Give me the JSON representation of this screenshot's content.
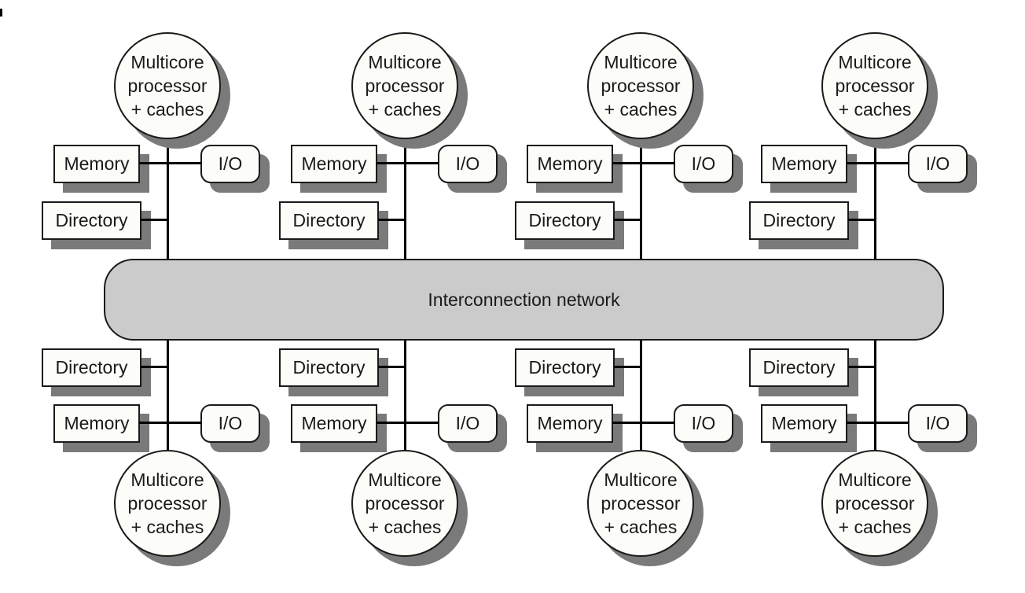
{
  "diagram": {
    "interconnect_label": "Interconnection network",
    "colors": {
      "background": "#ffffff",
      "shape_fill": "#fcfcf8",
      "bar_fill": "#cbcbcb",
      "border": "#1a1a1a",
      "shadow": "#7a7a7a",
      "line": "#000000"
    },
    "nodes": [
      {
        "position": "top-1",
        "processor_lines": [
          "Multicore",
          "processor",
          "+ caches"
        ],
        "memory_label": "Memory",
        "directory_label": "Directory",
        "io_label": "I/O"
      },
      {
        "position": "top-2",
        "processor_lines": [
          "Multicore",
          "processor",
          "+ caches"
        ],
        "memory_label": "Memory",
        "directory_label": "Directory",
        "io_label": "I/O"
      },
      {
        "position": "top-3",
        "processor_lines": [
          "Multicore",
          "processor",
          "+ caches"
        ],
        "memory_label": "Memory",
        "directory_label": "Directory",
        "io_label": "I/O"
      },
      {
        "position": "top-4",
        "processor_lines": [
          "Multicore",
          "processor",
          "+ caches"
        ],
        "memory_label": "Memory",
        "directory_label": "Directory",
        "io_label": "I/O"
      },
      {
        "position": "bottom-1",
        "processor_lines": [
          "Multicore",
          "processor",
          "+ caches"
        ],
        "memory_label": "Memory",
        "directory_label": "Directory",
        "io_label": "I/O"
      },
      {
        "position": "bottom-2",
        "processor_lines": [
          "Multicore",
          "processor",
          "+ caches"
        ],
        "memory_label": "Memory",
        "directory_label": "Directory",
        "io_label": "I/O"
      },
      {
        "position": "bottom-3",
        "processor_lines": [
          "Multicore",
          "processor",
          "+ caches"
        ],
        "memory_label": "Memory",
        "directory_label": "Directory",
        "io_label": "I/O"
      },
      {
        "position": "bottom-4",
        "processor_lines": [
          "Multicore",
          "processor",
          "+ caches"
        ],
        "memory_label": "Memory",
        "directory_label": "Directory",
        "io_label": "I/O"
      }
    ]
  }
}
